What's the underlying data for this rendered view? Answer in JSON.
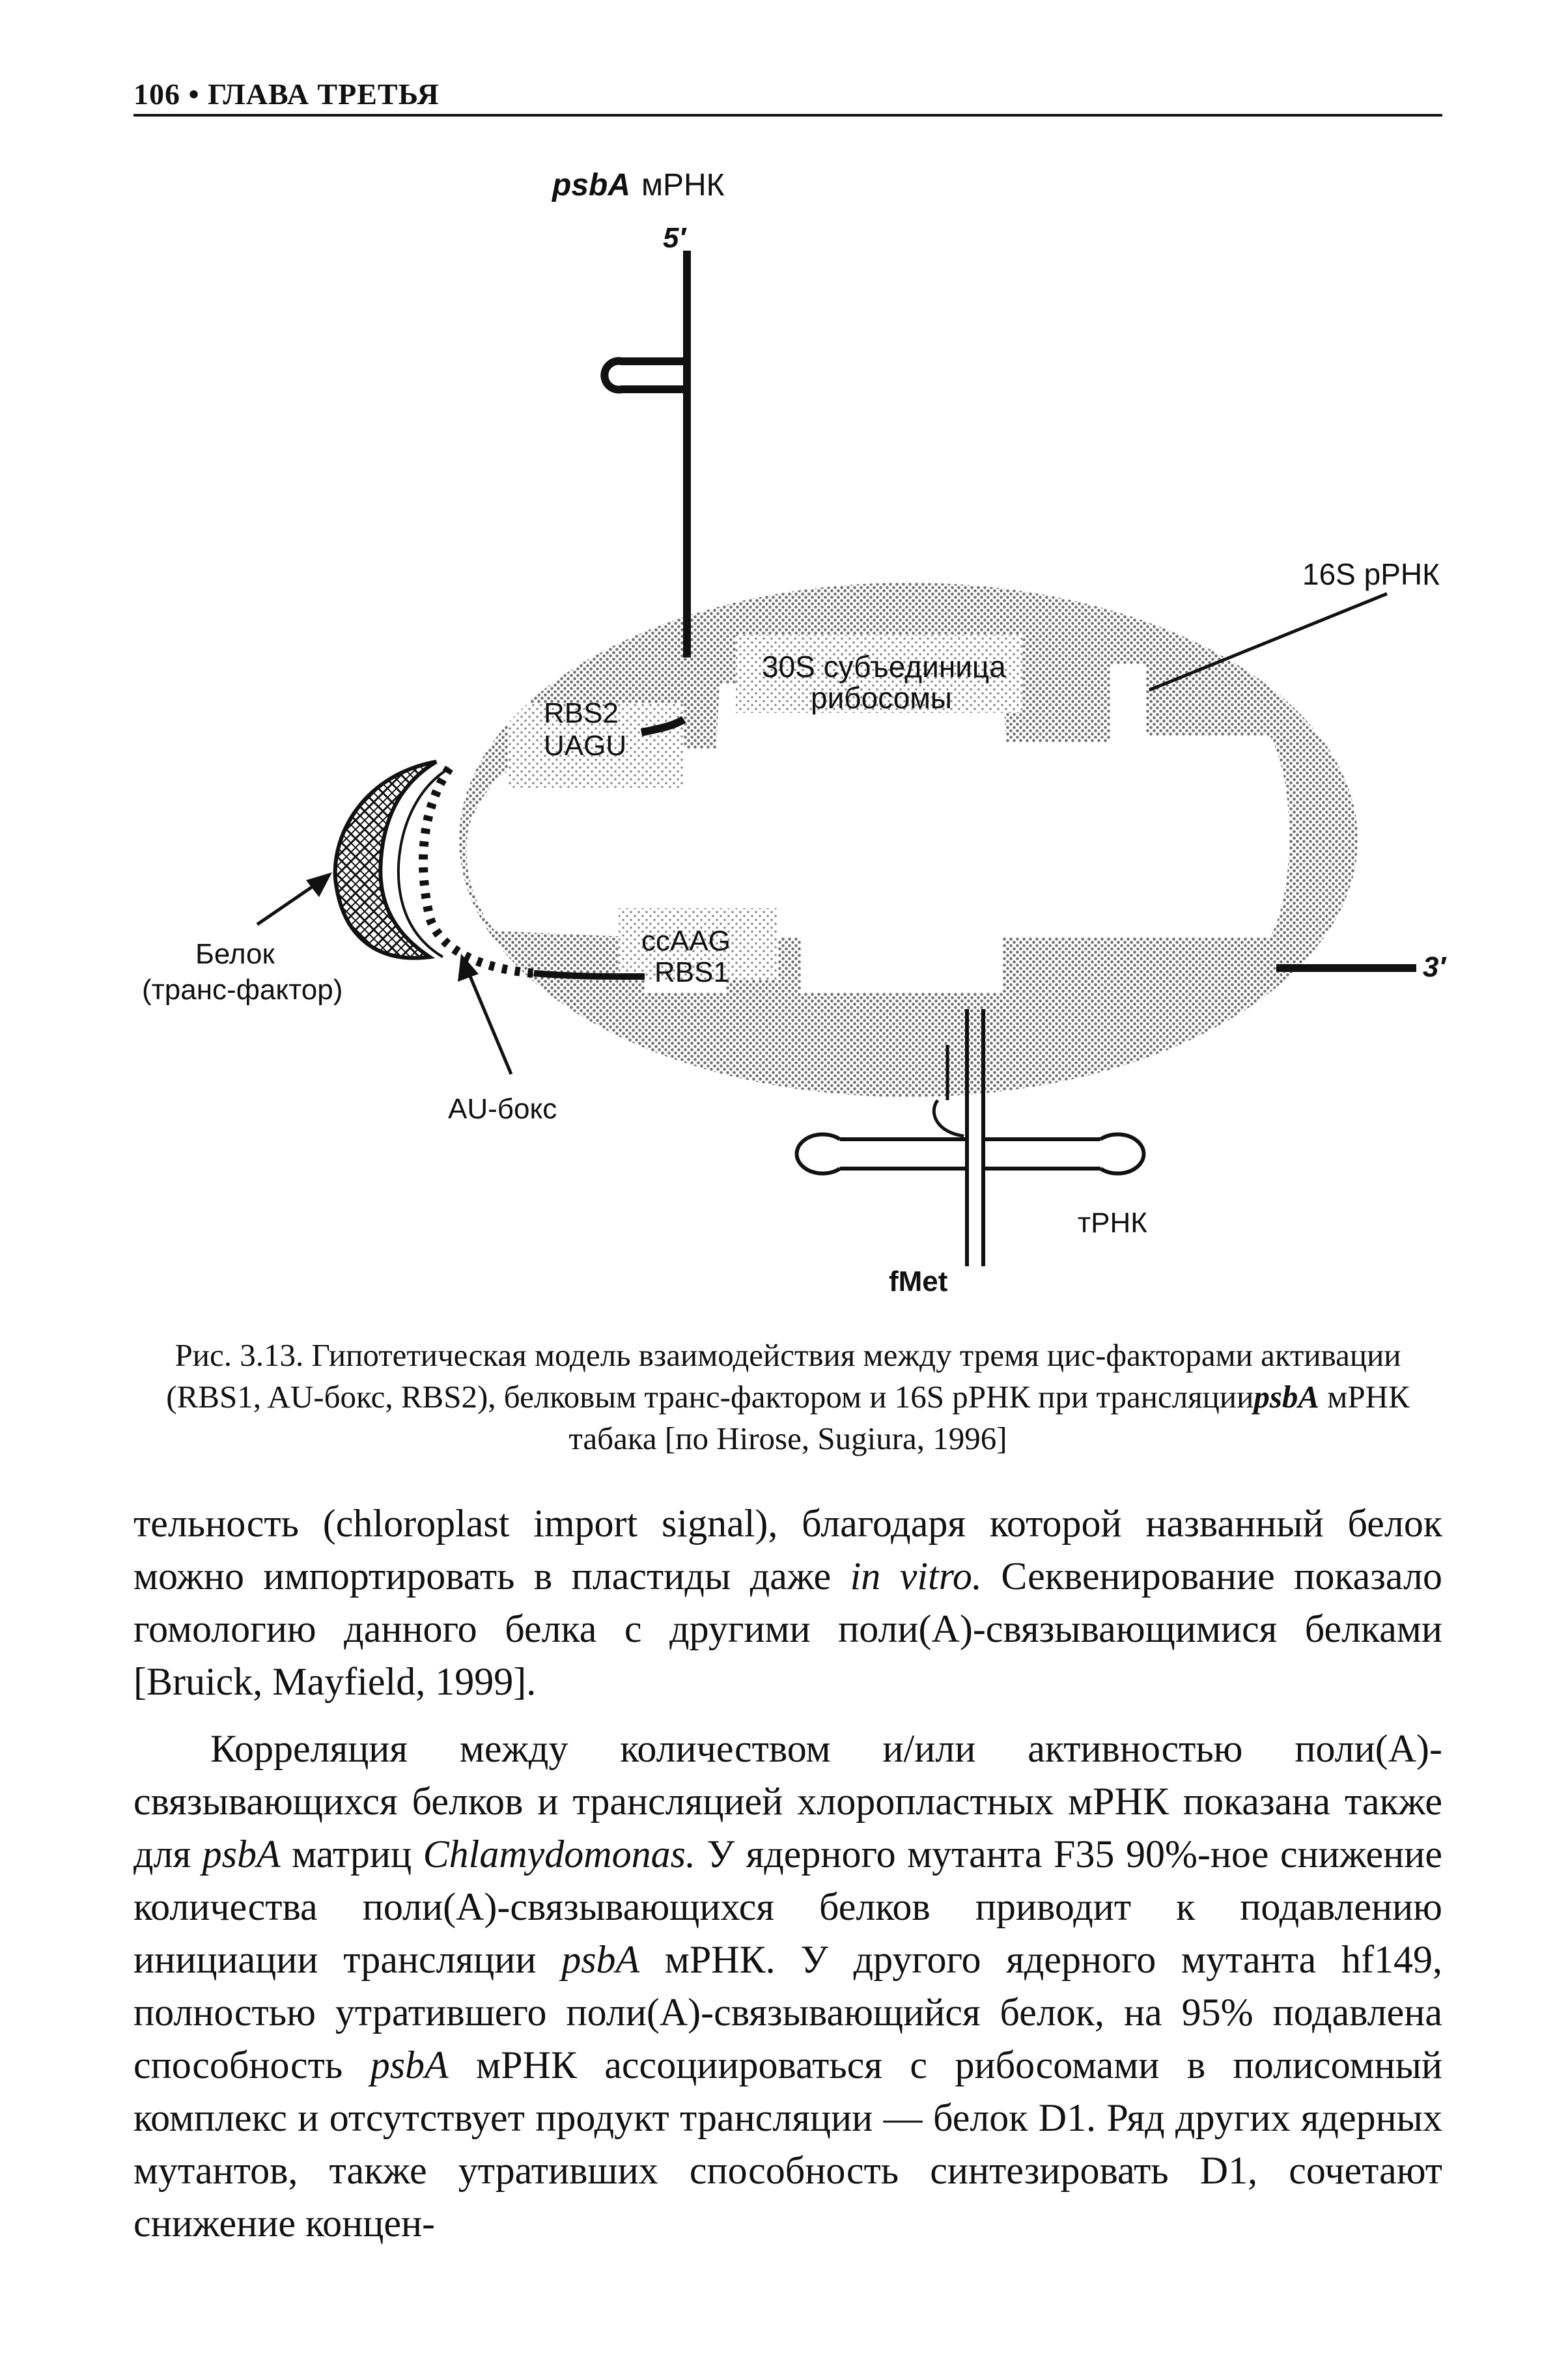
{
  "header": {
    "text": "106 • ГЛАВА ТРЕТЬЯ"
  },
  "figure": {
    "labels": {
      "mrna_gene": "psbA",
      "mrna": "мРНК",
      "five_prime": "5′",
      "three_prime": "3′",
      "rrna_16s": "16S рРНК",
      "subunit_line1": "30S субъединица",
      "subunit_line2": "рибосомы",
      "rbs2": "RBS2",
      "uagu": "UAGU",
      "ccaag": "ccAAG",
      "rbs1": "RBS1",
      "protein_line1": "Белок",
      "protein_line2": "(транс-фактор)",
      "au_box": "AU-бокс",
      "trna": "тРНК",
      "fmet": "fMet"
    },
    "colors": {
      "ink": "#111111",
      "stipple": "#8a8a8a",
      "background": "#ffffff"
    }
  },
  "caption": {
    "line1": "Рис. 3.13. Гипотетическая модель взаимодействия между тремя цис-факторами активации",
    "line2_pre": "(RBS1, AU-бокс, RBS2), белковым транс-фактором и 16S рРНК при трансляции",
    "line2_ital": "psbA",
    "line2_post": " мРНК",
    "line3": "табака [по Hirose, Sugiura, 1996]"
  },
  "body": {
    "p1_a": "тельность (chloroplast import signal), благодаря которой названный белок можно импортировать в пластиды даже ",
    "p1_ital": "in vitro.",
    "p1_b": " Секвенирование показало гомологию данного белка с другими поли(А)-связывающимися белками [Bruick, Mayfield, 1999].",
    "p2_a": "Корреляция между количеством и/или активностью поли(А)-связывающихся белков и трансляцией хлоропластных мРНК показана также для ",
    "p2_i1": "psbA",
    "p2_b": " матриц ",
    "p2_i2": "Chlamydomonas.",
    "p2_c": " У ядерного мутанта F35 90%-ное снижение количества поли(А)-связывающихся белков приводит к подавлению инициации трансляции ",
    "p2_i3": "psbA",
    "p2_d": " мРНК. У другого ядерного мутанта hf149, полностью утратившего поли(А)-связывающийся белок, на 95% подавлена способность ",
    "p2_i4": "psbA",
    "p2_e": " мРНК ассоциироваться с рибосомами в полисомный комплекс и отсутствует продукт трансляции — белок D1. Ряд других ядерных мутантов, также утративших способность синтезировать D1, сочетают снижение концен-"
  }
}
